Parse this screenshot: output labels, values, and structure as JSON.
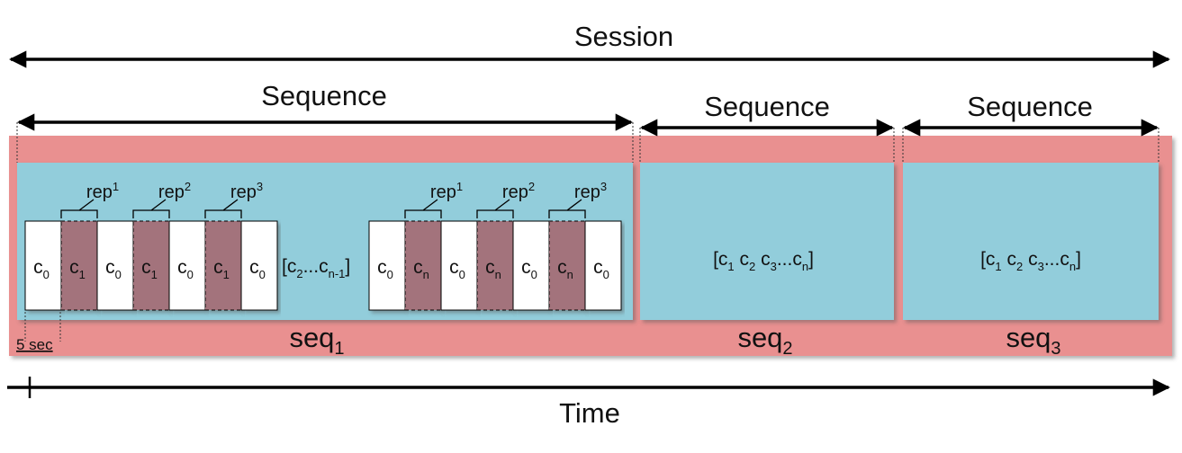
{
  "session": {
    "label": "Session"
  },
  "sequences": [
    {
      "label": "Sequence",
      "seq_base": "seq",
      "seq_sub": "1"
    },
    {
      "label": "Sequence",
      "seq_base": "seq",
      "seq_sub": "2"
    },
    {
      "label": "Sequence",
      "seq_base": "seq",
      "seq_sub": "3"
    }
  ],
  "seq1_content": {
    "cells_left": [
      {
        "base": "c",
        "sub": "0",
        "type": "baseline"
      },
      {
        "base": "c",
        "sub": "1",
        "type": "stimulus"
      },
      {
        "base": "c",
        "sub": "0",
        "type": "baseline"
      },
      {
        "base": "c",
        "sub": "1",
        "type": "stimulus"
      },
      {
        "base": "c",
        "sub": "0",
        "type": "baseline"
      },
      {
        "base": "c",
        "sub": "1",
        "type": "stimulus"
      },
      {
        "base": "c",
        "sub": "0",
        "type": "baseline"
      }
    ],
    "middle": {
      "open": "[c",
      "sub1": "2",
      "dots": "...c",
      "sub2": "n-1",
      "close": "]"
    },
    "cells_right": [
      {
        "base": "c",
        "sub": "0",
        "type": "baseline"
      },
      {
        "base": "c",
        "sub": "n",
        "type": "stimulus"
      },
      {
        "base": "c",
        "sub": "0",
        "type": "baseline"
      },
      {
        "base": "c",
        "sub": "n",
        "type": "stimulus"
      },
      {
        "base": "c",
        "sub": "0",
        "type": "baseline"
      },
      {
        "base": "c",
        "sub": "n",
        "type": "stimulus"
      },
      {
        "base": "c",
        "sub": "0",
        "type": "baseline"
      }
    ],
    "reps": [
      {
        "base": "rep",
        "sub": "1"
      },
      {
        "base": "rep",
        "sub": "2"
      },
      {
        "base": "rep",
        "sub": "3"
      }
    ]
  },
  "seq_list_text": {
    "open": "[c",
    "s1": "1",
    "t2": " c",
    "s2": "2",
    "t3": " c",
    "s3": "3",
    "dots": "...c",
    "sn": "n",
    "close": "]"
  },
  "duration_label": "5 sec",
  "time_label": "Time",
  "colors": {
    "session_bg": "#e99090",
    "sequence_bg": "#92cddb",
    "baseline_cell": "#ffffff",
    "stimulus_cell": "#a3737c",
    "stroke": "#000000"
  }
}
